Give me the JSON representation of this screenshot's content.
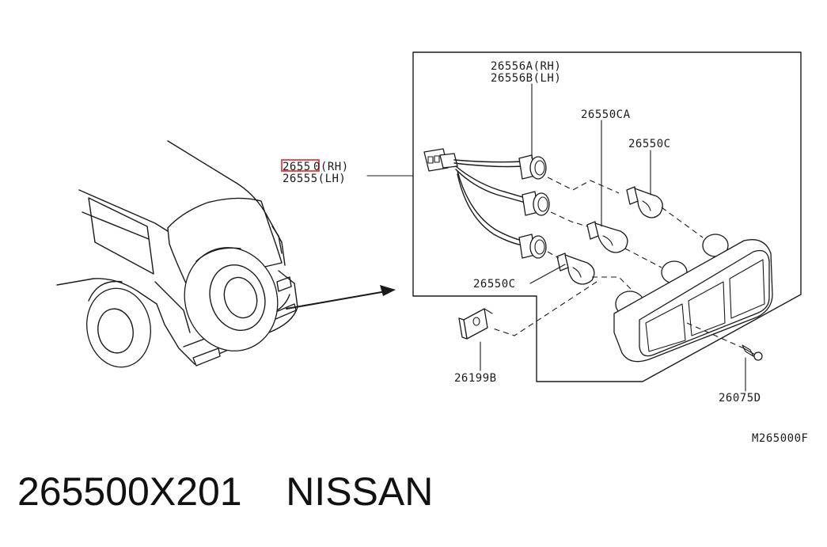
{
  "labels": {
    "part_26556A": "26556A(RH)",
    "part_26556B": "26556B(LH)",
    "part_26550CA": "26550CA",
    "part_26550C_top": "26550C",
    "part_26550_rh_rest": "0(RH)",
    "part_26550_rh_highlight": "2655",
    "part_26555": "26555(LH)",
    "part_26550C_bottom": "26550C",
    "part_26199B": "26199B",
    "part_26075D": "26075D",
    "diagram_code": "M265000F"
  },
  "caption": {
    "part_number": "265500X201",
    "brand": "NISSAN"
  },
  "colors": {
    "highlight": "#e0262a",
    "ink": "#1a1a1a"
  }
}
